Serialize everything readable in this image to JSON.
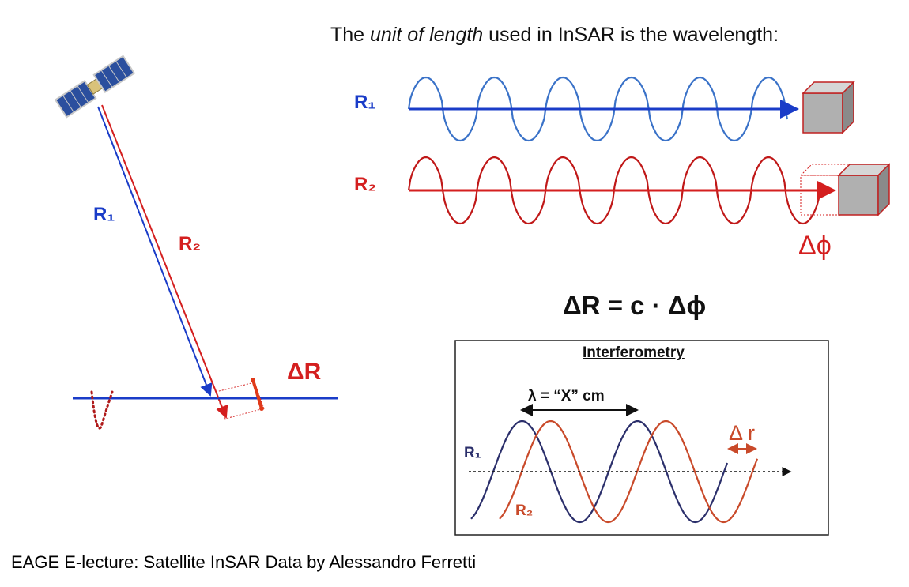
{
  "heading": {
    "before": "The ",
    "emph": "unit of length",
    "after": " used in InSAR is the wavelength:"
  },
  "left_diagram": {
    "r1_label": "R₁",
    "r2_label": "R₂",
    "delta_r_label": "ΔR"
  },
  "right_waves": {
    "r1_label": "R₁",
    "r2_label": "R₂",
    "delta_phi_label": "Δϕ"
  },
  "formula": "ΔR = c · Δϕ",
  "interferometry_box": {
    "title": "Interferometry",
    "lambda_label": "λ = “X” cm",
    "delta_r_label": "Δ r",
    "r1_label": "R₁",
    "r2_label": "R₂"
  },
  "caption": "EAGE E-lecture: Satellite InSAR Data by Alessandro Ferretti",
  "colors": {
    "blue": "#1a3cc8",
    "red": "#d41f1f",
    "navy": "#2b2f6b",
    "orange_red": "#c94a2a",
    "cube_gray": "#a8a8a8"
  }
}
